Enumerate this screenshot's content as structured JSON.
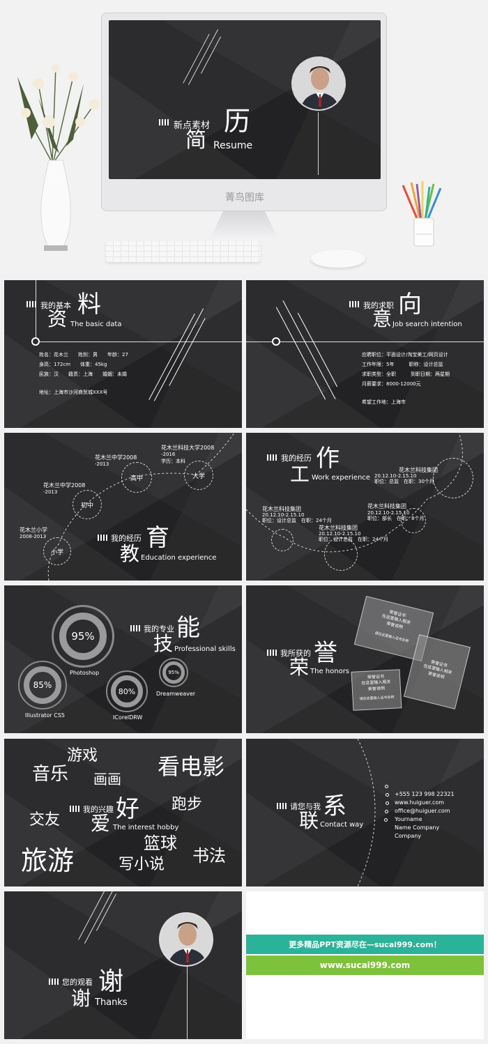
{
  "cover": {
    "label": "新点素材",
    "title_a": "历",
    "title_b": "简",
    "title_en": "Resume",
    "stand_text": "菁鸟图库"
  },
  "basic": {
    "label": "我的基本",
    "title_a": "料",
    "title_b": "资",
    "title_en": "The basic data",
    "rows": [
      "姓名：花木兰　　姓别：男　　年龄：27",
      "身高：172cm　　体重：45kg",
      "民族：汉　　籍贯：上海　　婚姻：未婚"
    ],
    "address": "地址：上海市沙河商贸城XXX号"
  },
  "job": {
    "label": "我的求职",
    "title_a": "向",
    "title_b": "意",
    "title_en": "Job search intention",
    "rows": [
      "应聘职位：平面设计/淘宝美工/网页设计",
      "工作年限：5年　　　职称：设计总监",
      "求职类型：全职　　　到职日期：两星期",
      "月薪要求：8000-12000元"
    ],
    "place": "希望工作地：上海市"
  },
  "edu": {
    "label": "我的经历",
    "title_a": "育",
    "title_b": "教",
    "title_en": "Education experience",
    "nodes": [
      "小学",
      "初中",
      "高中",
      "大学"
    ],
    "items": [
      {
        "name": "花木兰小学",
        "date": "2008-2013"
      },
      {
        "name": "花木兰中学2008",
        "date": "-2013"
      },
      {
        "name": "花木兰中学2008",
        "date": "-2013"
      },
      {
        "name": "花木兰科技大学2008",
        "date": "-2016",
        "extra": "学历：本科"
      }
    ]
  },
  "work": {
    "label": "我的经历",
    "title_a": "作",
    "title_b": "工",
    "title_en": "Work experience",
    "items": [
      {
        "co": "花木兰科技集团",
        "date": "20.12.10-2.15.10",
        "pos": "职位：总监　在职：30个月"
      },
      {
        "co": "花木兰科技集团",
        "date": "20.12.10-2.15.10",
        "pos": "职位：部长　在职：8个月"
      },
      {
        "co": "花木兰科技集团",
        "date": "20.12.10-2.15.10",
        "pos": "职位：设计总监　在职：24个月"
      },
      {
        "co": "花木兰科技集团",
        "date": "20.12.10-2.15.10",
        "pos": "职位：设计总监　在职：24个月"
      }
    ]
  },
  "skills": {
    "label": "我的专业",
    "title_a": "能",
    "title_b": "技",
    "title_en": "Professional skills",
    "items": [
      {
        "pct": "95%",
        "name": "Photoshop",
        "value": 95
      },
      {
        "pct": "85%",
        "name": "Illustrator CS5",
        "value": 85
      },
      {
        "pct": "80%",
        "name": "ICorelDRW",
        "value": 80
      },
      {
        "pct": "95%",
        "name": "Dreamweaver",
        "value": 95
      }
    ]
  },
  "honors": {
    "label": "我所获的",
    "title_a": "誉",
    "title_b": "荣",
    "title_en": "The honors",
    "card_lines": [
      "荣誉证书",
      "在这里输入相关",
      "荣誉说明"
    ],
    "card_foot": "请在这里输入证书名称"
  },
  "hobby": {
    "label": "我的兴趣",
    "title_a": "好",
    "title_b": "爱",
    "title_en": "The interest hobby",
    "words": [
      "游戏",
      "音乐",
      "画画",
      "看电影",
      "交友",
      "跑步",
      "篮球",
      "旅游",
      "写小说",
      "书法"
    ]
  },
  "contact": {
    "label": "请您与我",
    "title_a": "系",
    "title_b": "联",
    "title_en": "Contact way",
    "lines": [
      "+555 123 998 22321",
      "www.huiguer.com",
      "office@huiguer.com",
      "Yourname",
      "Name Company",
      "Company"
    ]
  },
  "thanks": {
    "label": "您的观看",
    "title_a": "谢",
    "title_b": "谢",
    "title_en": "Thanks"
  },
  "promo": {
    "line1": "更多精品PPT资源尽在—sucai999.com！",
    "line2": "www.sucai999.com",
    "accent_teal": "#2bb39a",
    "accent_green": "#7ec13b"
  },
  "icons": [
    "flower-vase",
    "monitor",
    "keyboard",
    "mouse",
    "pencil-cup",
    "avatar"
  ]
}
